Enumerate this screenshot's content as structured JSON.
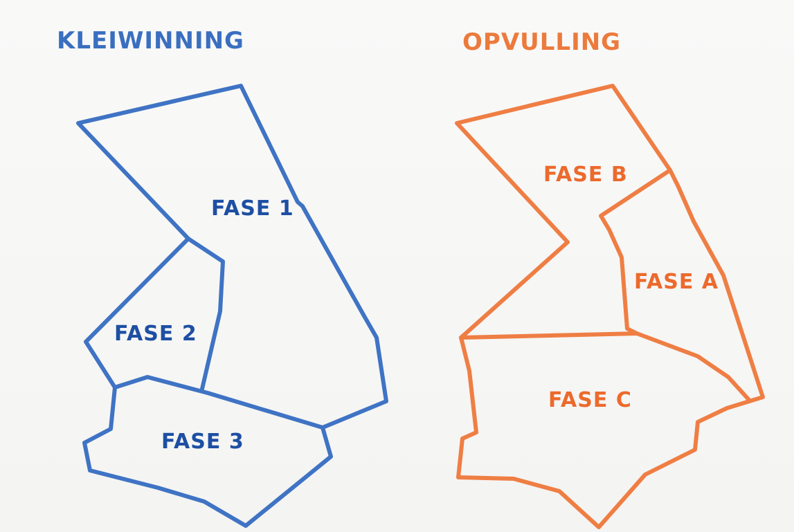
{
  "left_map": {
    "title": "KLEIWINNING",
    "color": "#3f73c4",
    "labels": {
      "fase1": "FASE 1",
      "fase2": "FASE 2",
      "fase3": "FASE 3"
    }
  },
  "right_map": {
    "title": "OPVULLING",
    "color": "#ef7e44",
    "labels": {
      "faseA": "FASE A",
      "faseB": "FASE B",
      "faseC": "FASE C"
    }
  }
}
